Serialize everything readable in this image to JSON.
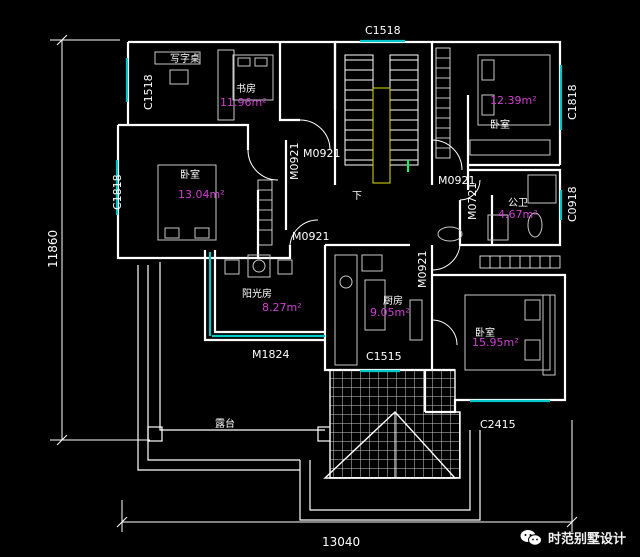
{
  "colors": {
    "background": "#000000",
    "wall": "#ffffff",
    "window": "#00c8c8",
    "area_label": "#d040d0",
    "dimension": "#ffffff",
    "furniture": "#c8c8c8"
  },
  "dimensions": {
    "overall_height": "11860",
    "overall_width": "13040"
  },
  "openings": {
    "window_top_center": "C1518",
    "window_left_study": "C1518",
    "window_right_master": "C1818",
    "window_left_bedroom": "C1818",
    "window_bath": "C0918",
    "window_kitchen": "C1515",
    "window_bottom_right": "C2415",
    "door_sunroom": "M1824",
    "door_a": "M0921",
    "door_b": "M0921",
    "door_c": "M0921",
    "door_d": "M0921",
    "door_e": "M0921",
    "door_bath": "M0721"
  },
  "rooms": {
    "study": {
      "label": "书房",
      "area": "11.96m²",
      "desk": "写字桌"
    },
    "bedroom_left": {
      "label": "卧室",
      "area": "13.04m²"
    },
    "bedroom_right_top": {
      "label": "卧室",
      "area": "12.39m²"
    },
    "bath": {
      "label": "公卫",
      "area": "4.67m²"
    },
    "sunroom": {
      "label": "阳光房",
      "area": "8.27m²"
    },
    "kitchen": {
      "label": "厨房",
      "area": "9.05m²"
    },
    "master": {
      "label": "卧室",
      "area": "15.95m²"
    },
    "terrace": {
      "label": "露台"
    }
  },
  "stair_label": "下",
  "watermark": {
    "text": "时范别墅设计",
    "icon": "wechat-icon"
  }
}
